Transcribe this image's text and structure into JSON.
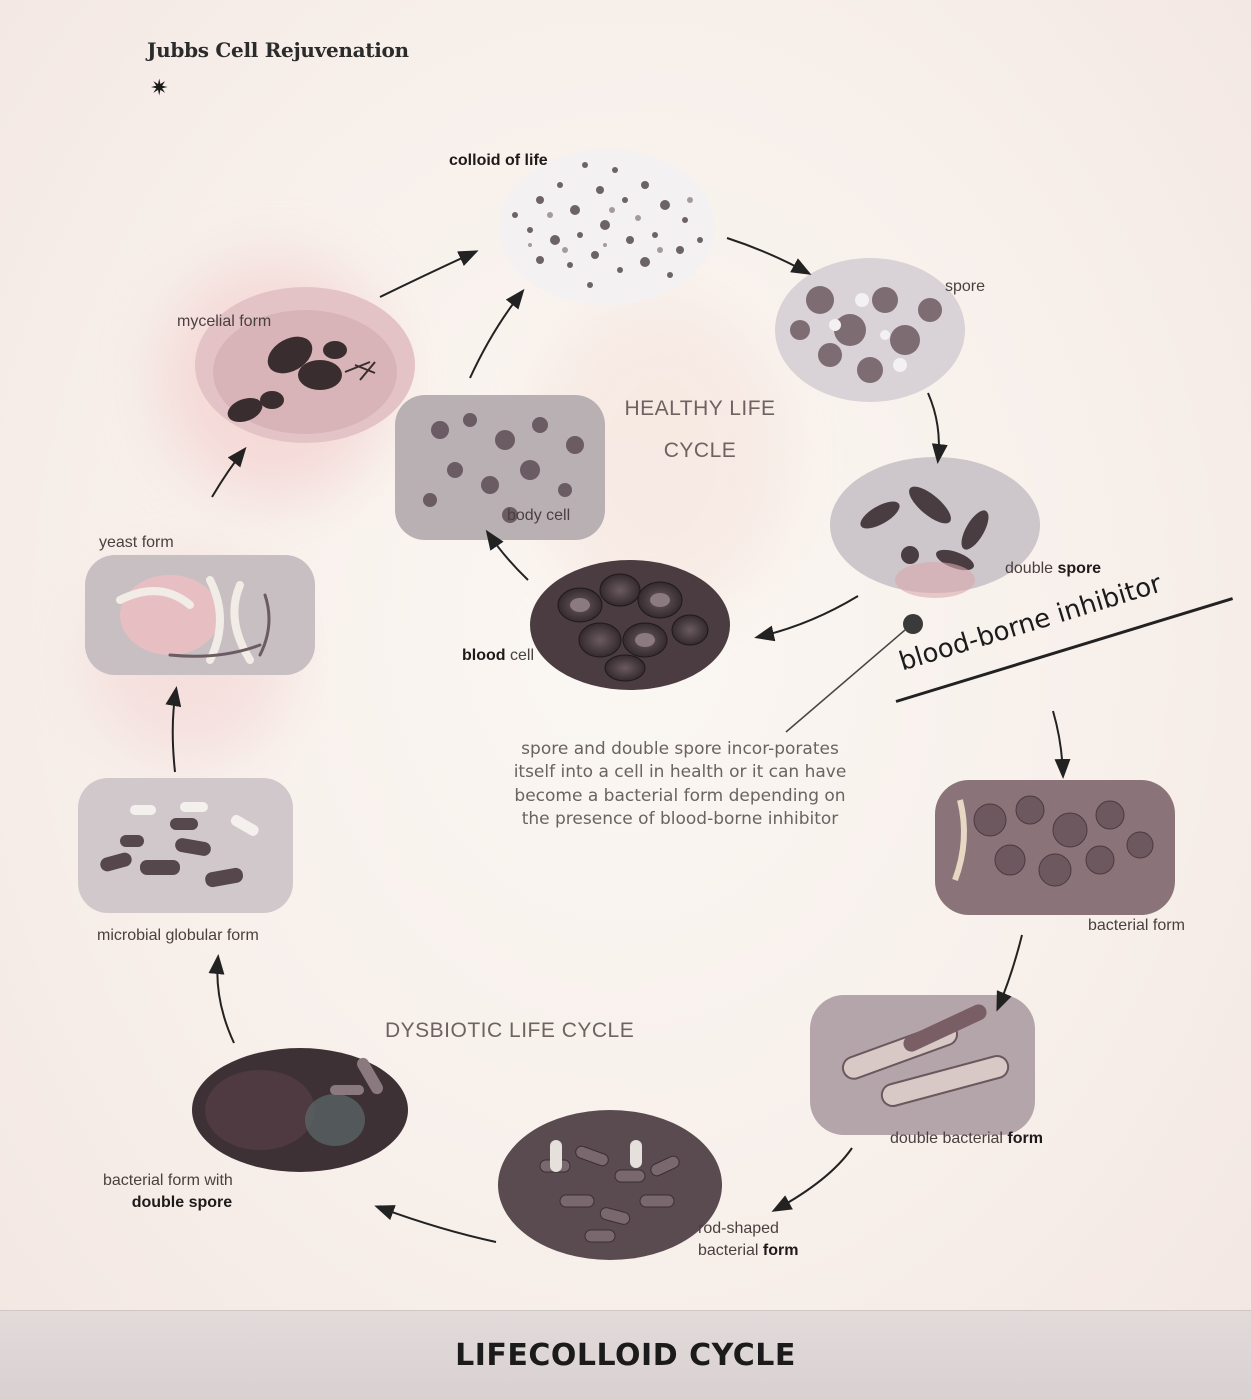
{
  "brand": {
    "name": "Jubbs Cell Rejuvenation",
    "mark": "✷"
  },
  "stages": {
    "colloid": "colloid of life",
    "spore": "spore",
    "double_spore": [
      "double ",
      "spore"
    ],
    "blood_cell": [
      "blood",
      " cell"
    ],
    "body_cell": "body cell",
    "mycelial": "mycelial form",
    "yeast": "yeast form",
    "microbial": "microbial globular form",
    "bacterial_double_spore": [
      "bacterial form with",
      "double spore"
    ],
    "rod_shaped": [
      "rod-shaped",
      "bacterial ",
      "form"
    ],
    "double_bacterial": [
      "double bacterial ",
      "form"
    ],
    "bacterial": "bacterial form"
  },
  "cycles": {
    "healthy": [
      "HEALTHY LIFE",
      "CYCLE"
    ],
    "dysbiotic": "DYSBIOTIC LIFE CYCLE"
  },
  "inhibitor_label": "blood-borne inhibitor",
  "note": "spore and double spore incor-porates itself into a cell in health or it can have become a bacterial form depending on the presence of blood-borne inhibitor",
  "footer": {
    "title": "LIFECOLLOID CYCLE"
  },
  "colors": {
    "arrow": "#222222",
    "micro_dark": "#3a2d30",
    "micro_pink": "#c89aa0",
    "footer_bg": "#ddd5d5"
  }
}
